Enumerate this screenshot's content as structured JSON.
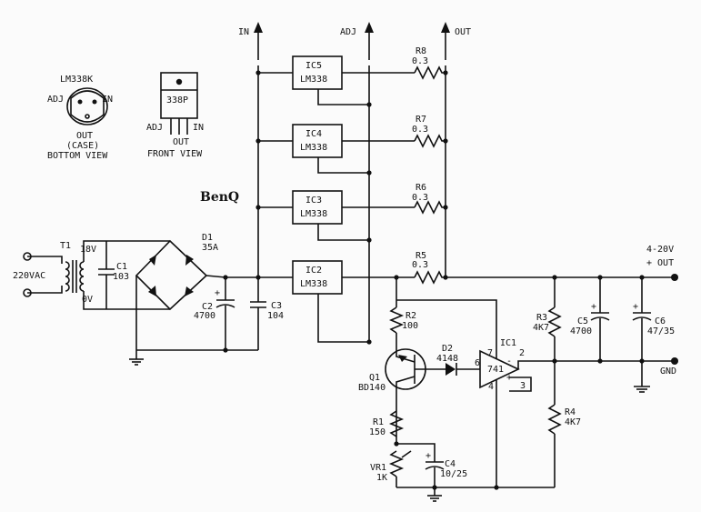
{
  "rails": {
    "in": "IN",
    "adj": "ADJ",
    "out": "OUT"
  },
  "package_k": {
    "title": "LM338K",
    "adj": "ADJ",
    "in": "IN",
    "out": "OUT",
    "case": "(CASE)",
    "view": "BOTTOM VIEW"
  },
  "package_p": {
    "marking": "338P",
    "adj": "ADJ",
    "in": "IN",
    "out": "OUT",
    "view": "FRONT VIEW"
  },
  "watermark": "BenQ",
  "regulators": [
    {
      "ref": "IC5",
      "part": "LM338"
    },
    {
      "ref": "IC4",
      "part": "LM338"
    },
    {
      "ref": "IC3",
      "part": "LM338"
    },
    {
      "ref": "IC2",
      "part": "LM338"
    }
  ],
  "resistors_top": [
    {
      "ref": "R8",
      "value": "0.3"
    },
    {
      "ref": "R7",
      "value": "0.3"
    },
    {
      "ref": "R6",
      "value": "0.3"
    },
    {
      "ref": "R5",
      "value": "0.3"
    }
  ],
  "input": {
    "mains": "220VAC",
    "transformer": "T1",
    "sec_top": "18V",
    "sec_bot": "0V"
  },
  "c1": {
    "ref": "C1",
    "value": "103"
  },
  "d1": {
    "ref": "D1",
    "value": "35A"
  },
  "c2": {
    "ref": "C2",
    "value": "4700",
    "plus": "+"
  },
  "c3": {
    "ref": "C3",
    "value": "104"
  },
  "r2": {
    "ref": "R2",
    "value": "100"
  },
  "q1": {
    "ref": "Q1",
    "value": "BD140"
  },
  "d2": {
    "ref": "D2",
    "value": "4148"
  },
  "ic1": {
    "ref": "IC1",
    "value": "741",
    "pin2": "2",
    "pin3": "3",
    "pin4": "4",
    "pin6": "6",
    "pin7": "7",
    "minus": "-",
    "plus": "+"
  },
  "r1": {
    "ref": "R1",
    "value": "150"
  },
  "vr1": {
    "ref": "VR1",
    "value": "1K"
  },
  "c4": {
    "ref": "C4",
    "value": "10/25",
    "plus": "+"
  },
  "r3": {
    "ref": "R3",
    "value": "4K7"
  },
  "r4": {
    "ref": "R4",
    "value": "4K7"
  },
  "c5": {
    "ref": "C5",
    "value": "4700",
    "plus": "+"
  },
  "c6": {
    "ref": "C6",
    "value": "47/35",
    "plus": "+"
  },
  "output": {
    "range": "4-20V",
    "out": "+ OUT",
    "gnd": "GND"
  }
}
